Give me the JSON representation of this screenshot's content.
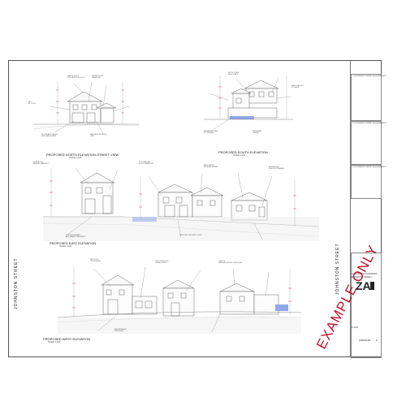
{
  "elevations": {
    "north": {
      "title": "PROPOSED NORTH ELEVATION-STREET VIEW",
      "scale": "SCALE 1:100"
    },
    "south": {
      "title": "PROPOSED SOUTH ELEVATION",
      "scale": "SCALE 1:100"
    },
    "east": {
      "title": "PROPOSED EAST ELEVATION",
      "scale": "SCALE 1:100"
    },
    "west": {
      "title": "PROPOSED WEST ELEVATION",
      "scale": "SCALE 1:100"
    }
  },
  "streets": {
    "right": "JOHNSTON STREET",
    "left": "JOHNSTON STREET"
  },
  "notes": {
    "compliance_1": "1. FOR ENERGY RATING REQUIREMENTS",
    "compliance_2": "2. FOR ENERGY RATING REQUIREMENTS",
    "compliance_3": "3. FOR ENERGY RATING REQUIREMENTS"
  },
  "title_block": {
    "stage": "CONSTRUCTION DRAWINGS",
    "sheet_name": "ELEVATIONS - SHEET 1",
    "scale": "1:100",
    "drawing_number": "10016/103",
    "revision": "A"
  },
  "watermark": "EXAMPLE ONLY",
  "colors": {
    "line": "#333333",
    "light_line": "#999999",
    "water_blue": "#8fa6e8",
    "red": "#c0122b"
  }
}
